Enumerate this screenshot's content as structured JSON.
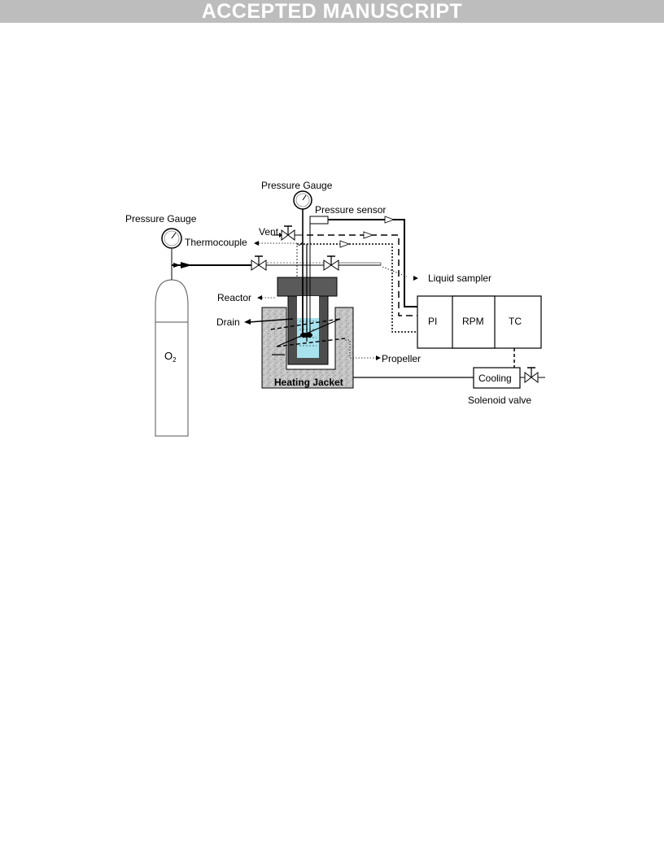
{
  "banner": {
    "text": "ACCEPTED MANUSCRIPT"
  },
  "labels": {
    "pressure_gauge_top": "Pressure Gauge",
    "pressure_gauge_left": "Pressure Gauge",
    "pressure_sensor": "Pressure sensor",
    "vent": "Vent",
    "thermocouple": "Thermocouple",
    "liquid_sampler": "Liquid sampler",
    "reactor": "Reactor",
    "drain": "Drain",
    "propeller": "Propeller",
    "heating_jacket": "Heating Jacket",
    "cylinder_main": "O",
    "cylinder_sub": "2",
    "pi": "PI",
    "rpm": "RPM",
    "tc": "TC",
    "cooling": "Cooling",
    "solenoid_valve": "Solenoid valve"
  },
  "colors": {
    "banner_bg": "#bdbdbd",
    "reactor_lid": "#5a5a5a",
    "reactor_body": "#4d4d4d",
    "jacket_fill": "#c8c8c8",
    "liquid": "#a8e2ee"
  }
}
